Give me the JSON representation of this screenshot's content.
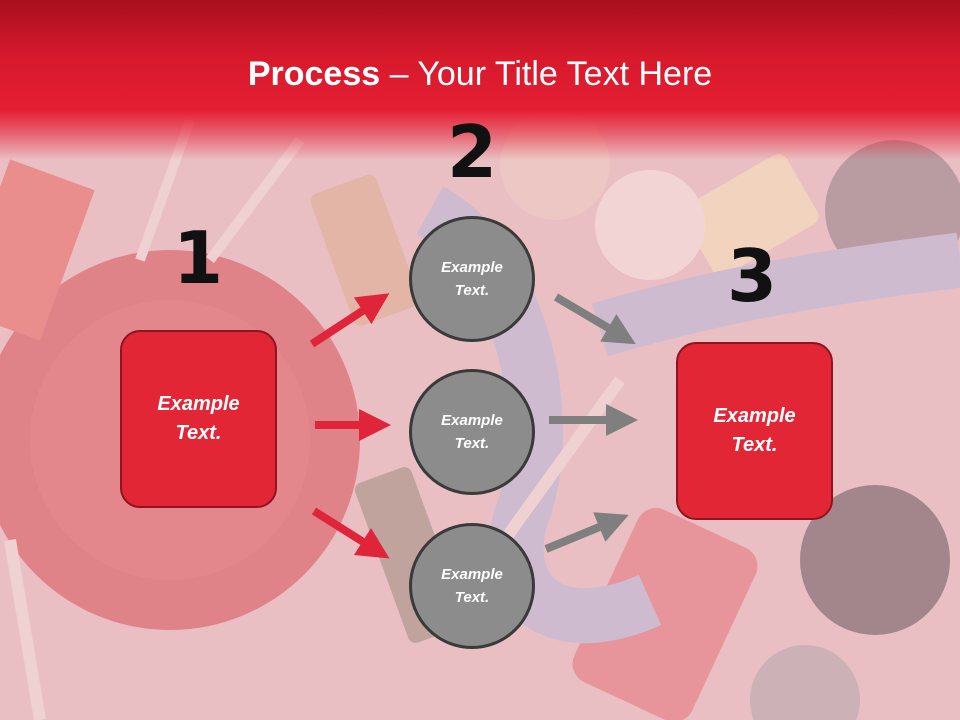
{
  "slide": {
    "title_bold": "Process",
    "title_rest": " – Your Title Text Here"
  },
  "steps": [
    {
      "number": "1"
    },
    {
      "number": "2"
    },
    {
      "number": "3"
    }
  ],
  "boxes": [
    {
      "text": "Example Text."
    },
    {
      "text": "Example Text."
    }
  ],
  "circles": [
    {
      "text": "Example Text."
    },
    {
      "text": "Example Text."
    },
    {
      "text": "Example Text."
    }
  ],
  "colors": {
    "header_red": "#d6192c",
    "box_red": "#e32636",
    "circle_gray": "#8c8c8c",
    "arrow_red": "#e0243a",
    "arrow_gray": "#7f7f7f"
  },
  "background": {
    "image": "sewing-supplies-photo"
  }
}
